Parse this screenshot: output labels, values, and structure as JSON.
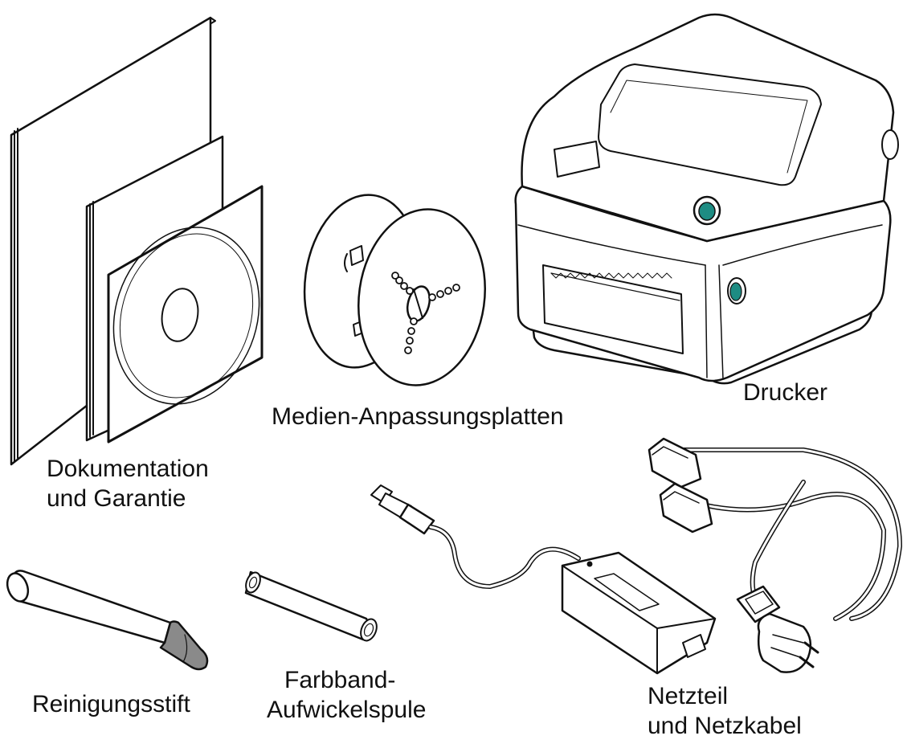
{
  "colors": {
    "line": "#111111",
    "paper": "#ffffff",
    "button_teal": "#1e8c83",
    "grip_grey": "#8a8a8a"
  },
  "labels": {
    "documentation": {
      "line1": "Dokumentation",
      "line2": "und Garantie"
    },
    "media_plates": "Medien-Anpassungsplatten",
    "printer": "Drucker",
    "cleaning_pen": "Reinigungsstift",
    "ribbon_spool": {
      "line1": "Farbband-",
      "line2": "Aufwickelspule"
    },
    "power_supply": {
      "line1": "Netzteil",
      "line2": "und Netzkabel"
    }
  },
  "icons": {
    "documentation": "documents-cd-icon",
    "media_plates": "spool-plates-icon",
    "printer": "label-printer-icon",
    "cleaning_pen": "cleaning-pen-icon",
    "ribbon_spool": "ribbon-core-icon",
    "power_supply": "power-adapter-icon"
  }
}
